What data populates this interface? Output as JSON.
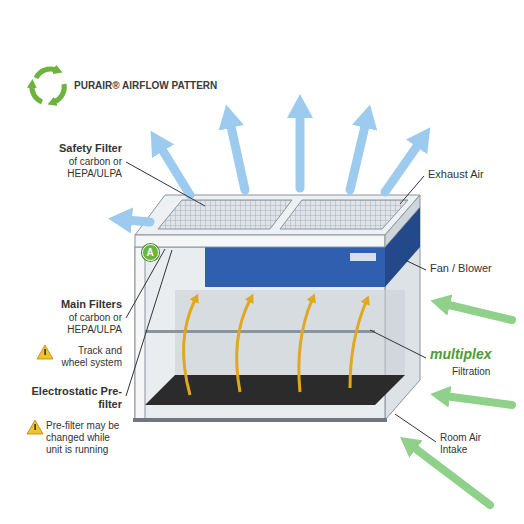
{
  "diagram": {
    "title": "PURAIR® AIRFLOW PATTERN",
    "nodes": [
      {
        "text": [
          "A"
        ]
      }
    ],
    "labels": [
      "Safety Filter",
      "of carbon or HEPA/ULPA",
      "Exhaust Air",
      "Fan / Blower",
      "Main Filters",
      "of carbon or HEPA/ULPA",
      "Track and wheel system",
      "multiplex",
      "Filtration",
      "Electrostatic Pre-filter",
      "Pre-filter may be changed while unit is running",
      "Room Air Intake"
    ]
  }
}
